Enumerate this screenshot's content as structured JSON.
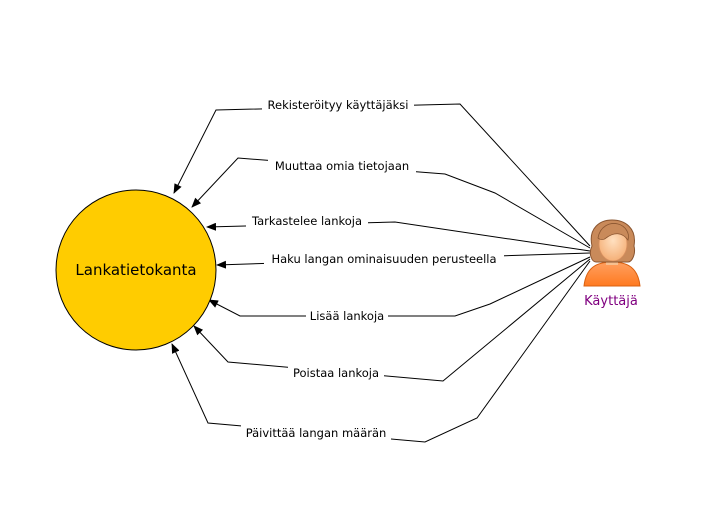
{
  "colors": {
    "system_fill": "#ffcc00",
    "actor_label": "#800080",
    "line": "#000000"
  },
  "system": {
    "label": "Lankatietokanta"
  },
  "actor": {
    "label": "Käyttäjä",
    "icon": "user-avatar-icon"
  },
  "use_cases": [
    {
      "label": "Rekisteröityy käyttäjäksi"
    },
    {
      "label": "Muuttaa omia tietojaan"
    },
    {
      "label": "Tarkastelee lankoja"
    },
    {
      "label": "Haku langan ominaisuuden perusteella"
    },
    {
      "label": "Lisää lankoja"
    },
    {
      "label": "Poistaa lankoja"
    },
    {
      "label": "Päivittää langan määrän"
    }
  ]
}
